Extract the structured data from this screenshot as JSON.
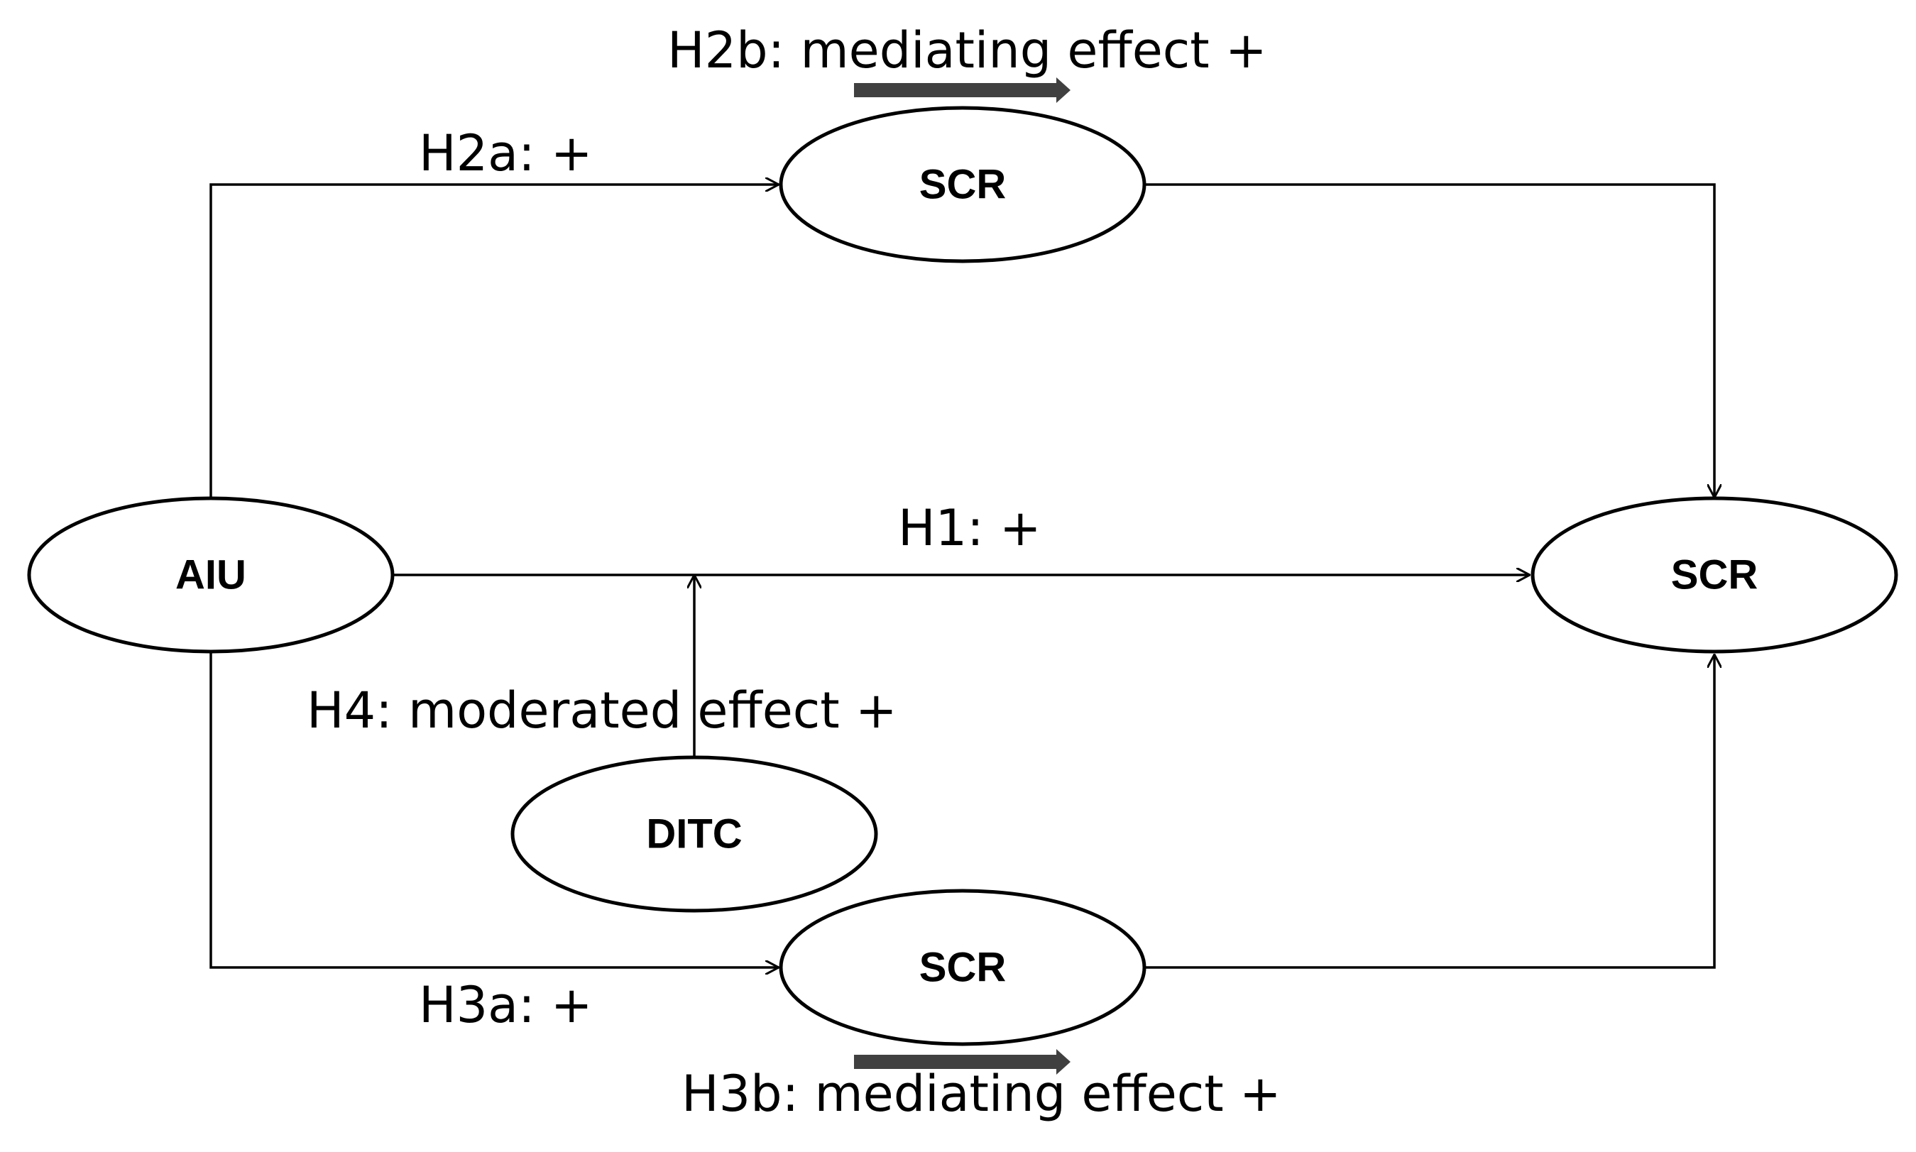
{
  "nodes": {
    "aiu": {
      "label": "AIU"
    },
    "scr_top": {
      "label": "SCR"
    },
    "scr_right": {
      "label": "SCR"
    },
    "scr_bottom": {
      "label": "SCR"
    },
    "ditc": {
      "label": "DITC"
    }
  },
  "hypotheses": {
    "h1": "H1: +",
    "h2a": "H2a: +",
    "h2b": "H2b: mediating effect +",
    "h3a": "H3a: +",
    "h3b": "H3b: mediating effect +",
    "h4": "H4: moderated effect +"
  },
  "colors": {
    "line": "#000000",
    "mediation_arrow": "#404040"
  }
}
